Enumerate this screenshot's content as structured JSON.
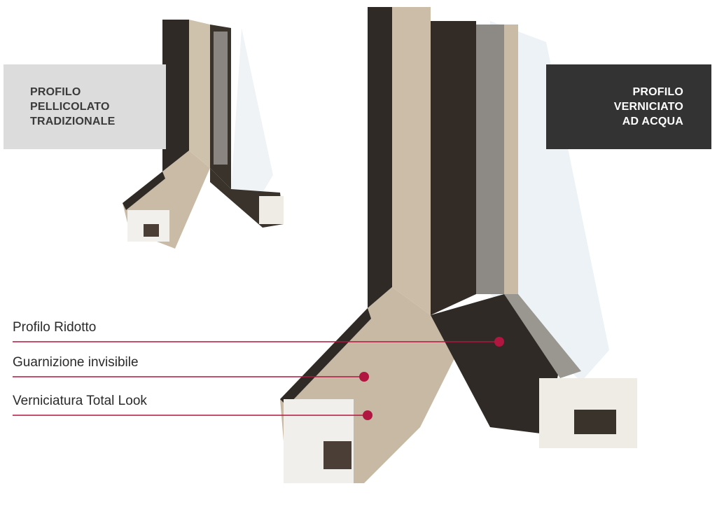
{
  "labels": {
    "traditional": [
      "PROFILO",
      "PELLICOLATO",
      "TRADIZIONALE"
    ],
    "water_painted": [
      "PROFILO",
      "VERNICIATO",
      "AD ACQUA"
    ]
  },
  "callouts": [
    {
      "text": "Profilo Ridotto"
    },
    {
      "text": "Guarnizione invisibile"
    },
    {
      "text": "Verniciatura Total Look"
    }
  ],
  "colors": {
    "accent": "#b0163f",
    "frame_dark": "#2f2a25",
    "frame_beige": "#c9bba6",
    "label_light": "#dcdcdc",
    "label_dark": "#333333"
  }
}
